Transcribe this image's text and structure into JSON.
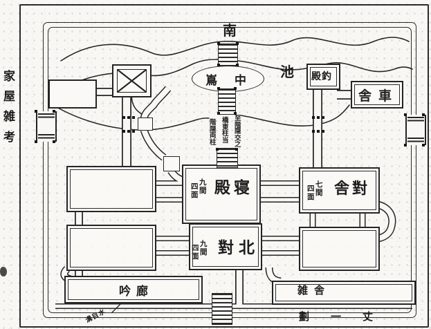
{
  "figure": {
    "kind": "shinden-zukuri mansion plan (woodblock book illustration)",
    "ink_color": "#232323",
    "paper_color": "#f8f7f3"
  },
  "margin": {
    "book_title_vertical": "家屋雑考"
  },
  "compass": {
    "south": "南"
  },
  "pond": {
    "label": "池",
    "island_label_rtl": "嶌中"
  },
  "buildings": {
    "tsuridono_label_rtl": "殿釣",
    "kurumayadori_label_rtl": "舎車",
    "shinden": {
      "label_rtl": "殿寝",
      "note_col_right": "九間",
      "note_col_left": "四面"
    },
    "tainoya": {
      "label_rtl": "舎對",
      "note_col_right": "七間",
      "note_col_left": "四面"
    },
    "kitanotai": {
      "label_rtl": "對北",
      "note_col_right": "九間",
      "note_col_left": "四面"
    },
    "bottom_left_hall_label": "吟廊",
    "bottom_right_hall_label": "雑舎"
  },
  "annotations": {
    "bridge_note_col_right": "至階隠交之",
    "bridge_note_col_middle": "橋東柱当",
    "bridge_note_col_left": "階隠両柱",
    "water_note": "溝目水",
    "scale_note": "劃一丈"
  }
}
